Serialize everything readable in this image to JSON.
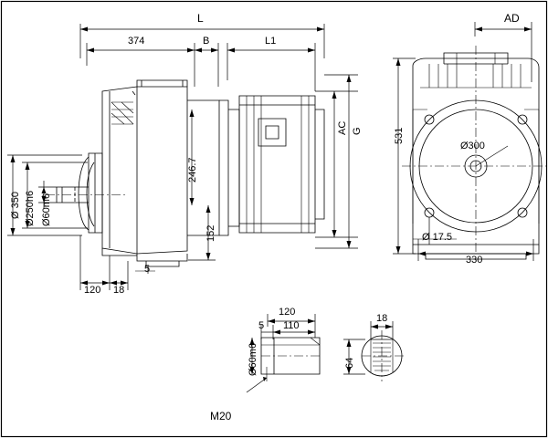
{
  "drawing": {
    "title": "Gearmotor dimensional drawing",
    "line_color": "#000000",
    "background": "#ffffff",
    "border_color": "#000000"
  },
  "labels": {
    "overall_length": "L",
    "dim_374": "374",
    "dim_B": "B",
    "dim_L1": "L1",
    "dim_AD": "AD",
    "dim_AC": "AC",
    "dim_G": "G",
    "dim_531": "531",
    "dia_300": "Ø300",
    "dia_17_5": "Ø 17.5",
    "dim_330": "330",
    "dia_350": "Ø 350",
    "dia_250h6": "Ø250h6",
    "dia_60m6_left": "Ø60m6",
    "dim_246_7": "246.7",
    "dim_152": "152",
    "dim_5_left": "5",
    "dim_120_left": "120",
    "dim_18": "18",
    "dim_120_bottom": "120",
    "dim_110_bottom": "110",
    "dim_5_bottom": "5",
    "dia_60m6_bottom": "Ø60m6",
    "thread_M20": "M20",
    "dim_18_key": "18",
    "dim_64": "64"
  }
}
